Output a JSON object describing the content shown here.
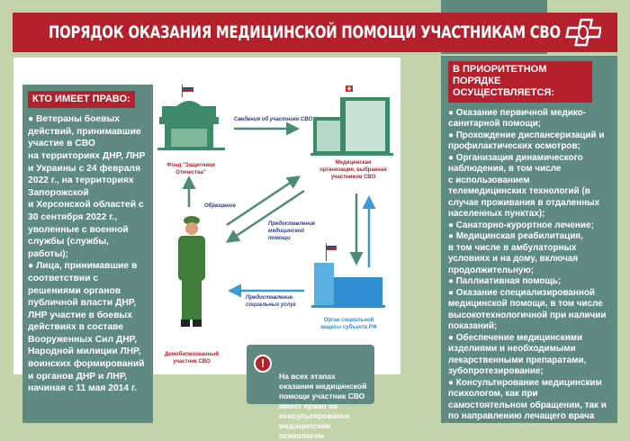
{
  "title": "ПОРЯДОК ОКАЗАНИЯ МЕДИЦИНСКОЙ ПОМОЩИ УЧАСТНИКАМ СВО",
  "left": {
    "heading": "КТО ИМЕЕТ ПРАВО:",
    "text": "●  Ветераны боевых действий, принимавшие участие в СВО\nна территориях ДНР, ЛНР и Украины с 24 февраля 2022 г., на территориях Запорожской\nи Херсонской областей с 30 сентября 2022 г., уволенные с военной службы (службы, работы);\n●  Лица, принимавшие в соответствии с решениями органов публичной власти ДНР, ЛНР участие в боевых действиях в составе Вооруженных Сил ДНР, Народной милиции ЛНР, воинских формирований и органов ДНР и ЛНР, начиная с 11 мая 2014 г."
  },
  "right": {
    "heading": "В ПРИОРИТЕТНОМ ПОРЯДКЕ ОСУЩЕСТВЛЯЕТСЯ:",
    "text": "●   Оказание первичной медико-санитарной помощи;\n●   Прохождение диспансеризаций и профилактических осмотров;\n●   Организация динамического наблюдения, в том числе\nс использованием телемедицинских технологий (в случае проживания в отдаленных населенных пунктах);\n●   Санаторно-курортное лечение;\n●   Медицинская реабилитация,\nв том числе в амбулаторных условиях и на дому, включая продолжительную;\n●   Паллиативная помощь;\n●   Оказание специализированной медицинской помощи, в том числе высокотехнологичной при наличии показаний;\n●   Обеспечение медицинскими изделиями и необходимыми лекарственными препаратами, зубопротезирование;\n●   Консультирование медицинским психологом, как при самостоятельном обращении, так и по направлению лечащего врача"
  },
  "diagram": {
    "fund": "Фонд \"Защитники\nОтечества\"",
    "clinic": "Медицинская\nорганизация, выбранная\nучастником СВО",
    "social": "Орган социальной\nзащиты субъекта РФ",
    "soldier": "Демобилизованный\nучастник СВО",
    "arrow_info": "Сведения об участнике СВО",
    "arrow_appeal": "Обращение",
    "arrow_medical": "Предоставление\nмедицинской\nпомощи",
    "arrow_social": "Предоставление\nсоциальных услуг"
  },
  "note": "На всех этапах оказания медицинской помощи участник СВО имеет право на консультирование медицинским психологом",
  "colors": {
    "red": "#b4202c",
    "teal": "#5f8a80",
    "green": "#3d8a6a",
    "blue": "#3a9ad6"
  }
}
